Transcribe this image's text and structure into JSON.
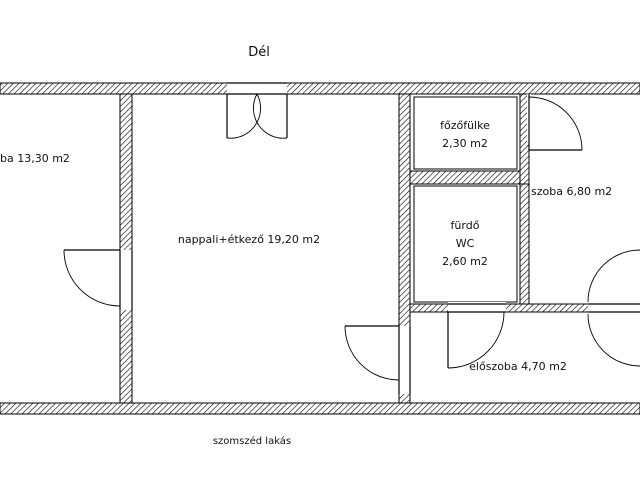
{
  "orientation": {
    "top": "Dél",
    "bottom": "szomszéd lakás"
  },
  "rooms": {
    "szoba_left": "ba  13,30 m2",
    "nappali": "nappali+étkező 19,20 m2",
    "fozofulke_name": "főzőfülke",
    "fozofulke_area": "2,30 m2",
    "furdo_name": "fürdő",
    "furdo_wc": "WC",
    "furdo_area": "2,60 m2",
    "szoba_right": "szoba 6,80 m2",
    "eloszoba": "előszoba  4,70 m2"
  },
  "colors": {
    "wall_line": "#000000",
    "hatch": "#000000",
    "background": "#ffffff"
  }
}
